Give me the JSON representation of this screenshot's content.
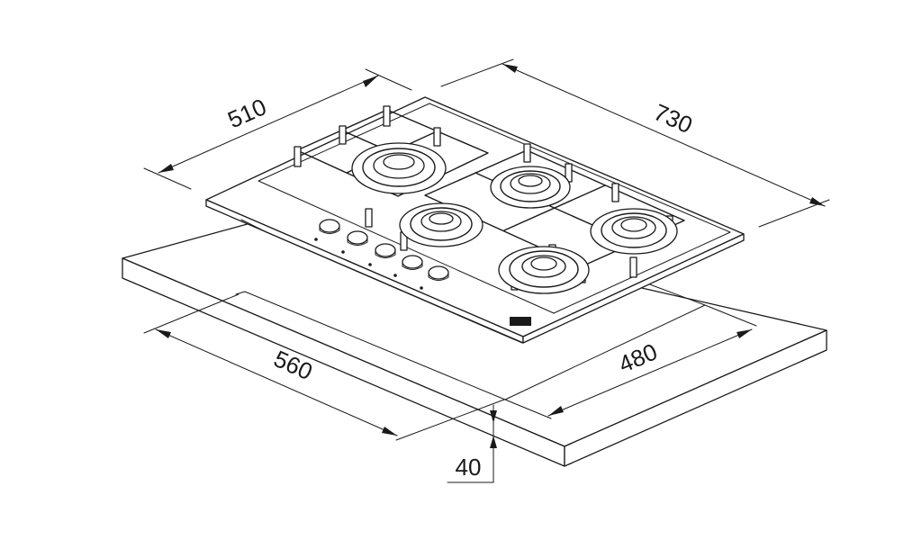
{
  "diagram": {
    "labels": {
      "depth": "510",
      "width": "730",
      "cutout_width": "560",
      "cutout_depth": "480",
      "thickness": "40"
    }
  }
}
